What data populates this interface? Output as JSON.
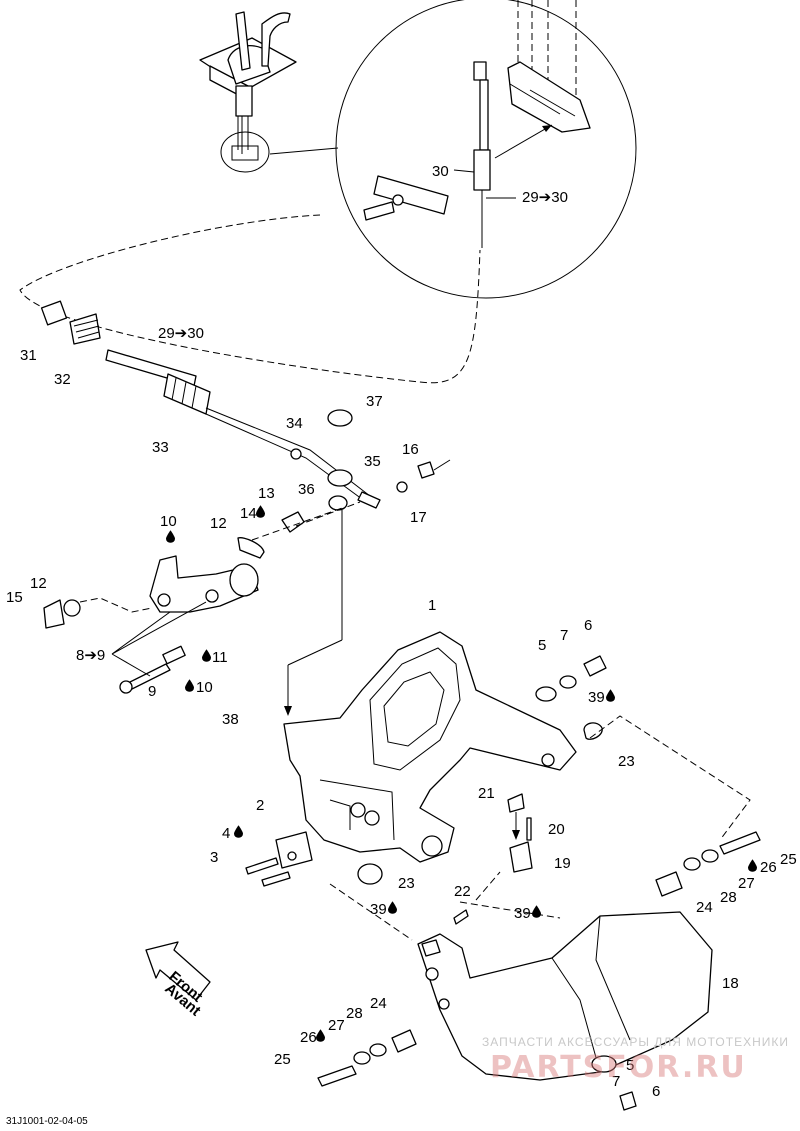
{
  "diagram": {
    "reference_code": "31J1001-02-04-05",
    "direction_label": {
      "line1": "Front",
      "line2": "Avant"
    },
    "watermark": {
      "line1": "ЗАПЧАСТИ АКСЕССУАРЫ ДЛЯ МОТОТЕХНИКИ",
      "line2": "PARTSFOR.RU"
    },
    "callouts": [
      {
        "id": "c1",
        "text": "1"
      },
      {
        "id": "c2",
        "text": "2"
      },
      {
        "id": "c3",
        "text": "3"
      },
      {
        "id": "c4",
        "text": "4"
      },
      {
        "id": "c5a",
        "text": "5"
      },
      {
        "id": "c5b",
        "text": "5"
      },
      {
        "id": "c6a",
        "text": "6"
      },
      {
        "id": "c6b",
        "text": "6"
      },
      {
        "id": "c7a",
        "text": "7"
      },
      {
        "id": "c7b",
        "text": "7"
      },
      {
        "id": "c8",
        "text": "8➔9"
      },
      {
        "id": "c9",
        "text": "9"
      },
      {
        "id": "c10a",
        "text": "10"
      },
      {
        "id": "c10b",
        "text": "10"
      },
      {
        "id": "c11",
        "text": "11"
      },
      {
        "id": "c12a",
        "text": "12"
      },
      {
        "id": "c12b",
        "text": "12"
      },
      {
        "id": "c13",
        "text": "13"
      },
      {
        "id": "c14",
        "text": "14"
      },
      {
        "id": "c15",
        "text": "15"
      },
      {
        "id": "c16",
        "text": "16"
      },
      {
        "id": "c17",
        "text": "17"
      },
      {
        "id": "c18",
        "text": "18"
      },
      {
        "id": "c19",
        "text": "19"
      },
      {
        "id": "c20",
        "text": "20"
      },
      {
        "id": "c21",
        "text": "21"
      },
      {
        "id": "c22",
        "text": "22"
      },
      {
        "id": "c23a",
        "text": "23"
      },
      {
        "id": "c23b",
        "text": "23"
      },
      {
        "id": "c24a",
        "text": "24"
      },
      {
        "id": "c24b",
        "text": "24"
      },
      {
        "id": "c25a",
        "text": "25"
      },
      {
        "id": "c25b",
        "text": "25"
      },
      {
        "id": "c26a",
        "text": "26"
      },
      {
        "id": "c26b",
        "text": "26"
      },
      {
        "id": "c27a",
        "text": "27"
      },
      {
        "id": "c27b",
        "text": "27"
      },
      {
        "id": "c28a",
        "text": "28"
      },
      {
        "id": "c28b",
        "text": "28"
      },
      {
        "id": "c29a",
        "text": "29➔30"
      },
      {
        "id": "c29b",
        "text": "29➔30"
      },
      {
        "id": "c30",
        "text": "30"
      },
      {
        "id": "c31",
        "text": "31"
      },
      {
        "id": "c32",
        "text": "32"
      },
      {
        "id": "c33",
        "text": "33"
      },
      {
        "id": "c34",
        "text": "34"
      },
      {
        "id": "c35",
        "text": "35"
      },
      {
        "id": "c36",
        "text": "36"
      },
      {
        "id": "c37",
        "text": "37"
      },
      {
        "id": "c38",
        "text": "38"
      },
      {
        "id": "c39a",
        "text": "39"
      },
      {
        "id": "c39b",
        "text": "39"
      },
      {
        "id": "c39c",
        "text": "39"
      }
    ],
    "icons": {
      "lubricant": "oil-drop-icon",
      "direction": "front-arrow-icon"
    }
  }
}
